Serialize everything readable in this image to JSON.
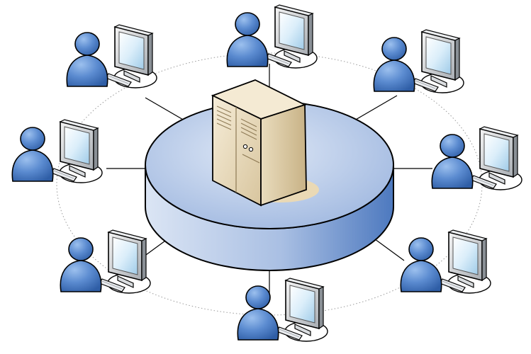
{
  "diagram": {
    "type": "star-network",
    "hub": {
      "icon": "server-icon",
      "platform": "disc-platform"
    },
    "clients": [
      {
        "id": "top",
        "icon": "user-workstation-icon"
      },
      {
        "id": "top-right",
        "icon": "user-workstation-icon"
      },
      {
        "id": "right",
        "icon": "user-workstation-icon"
      },
      {
        "id": "bottom-right",
        "icon": "user-workstation-icon"
      },
      {
        "id": "bottom",
        "icon": "user-workstation-icon"
      },
      {
        "id": "bottom-left",
        "icon": "user-workstation-icon"
      },
      {
        "id": "left",
        "icon": "user-workstation-icon"
      },
      {
        "id": "top-left",
        "icon": "user-workstation-icon"
      }
    ],
    "colors": {
      "platform_top": "#b8cbe8",
      "platform_side": "#7f9fd2",
      "user": "#4f7fc4",
      "server": "#ede0c4",
      "monitor": "#cfd3d8",
      "screen": "#e6f2fb",
      "orbit": "#9a9a9a"
    }
  }
}
